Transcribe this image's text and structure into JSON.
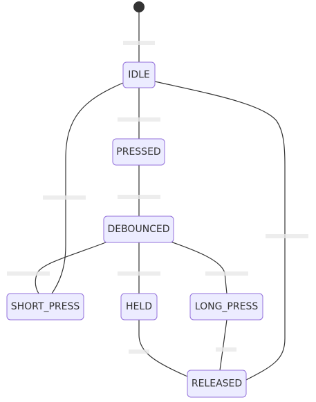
{
  "diagram": {
    "type": "state-diagram",
    "states": {
      "idle": "IDLE",
      "pressed": "PRESSED",
      "debounced": "DEBOUNCED",
      "short_press": "SHORT_PRESS",
      "held": "HELD",
      "long_press": "LONG_PRESS",
      "released": "RELEASED"
    },
    "transitions": [
      {
        "from": "start",
        "to": "IDLE"
      },
      {
        "from": "IDLE",
        "to": "PRESSED"
      },
      {
        "from": "PRESSED",
        "to": "DEBOUNCED"
      },
      {
        "from": "DEBOUNCED",
        "to": "SHORT_PRESS"
      },
      {
        "from": "DEBOUNCED",
        "to": "HELD"
      },
      {
        "from": "DEBOUNCED",
        "to": "LONG_PRESS"
      },
      {
        "from": "IDLE",
        "to": "SHORT_PRESS"
      },
      {
        "from": "IDLE",
        "to": "RELEASED"
      },
      {
        "from": "HELD",
        "to": "RELEASED"
      },
      {
        "from": "LONG_PRESS",
        "to": "RELEASED"
      }
    ],
    "colors": {
      "node_fill": "#ECECFF",
      "node_stroke": "#9370DB",
      "edge": "#333333",
      "text": "#333333"
    }
  }
}
